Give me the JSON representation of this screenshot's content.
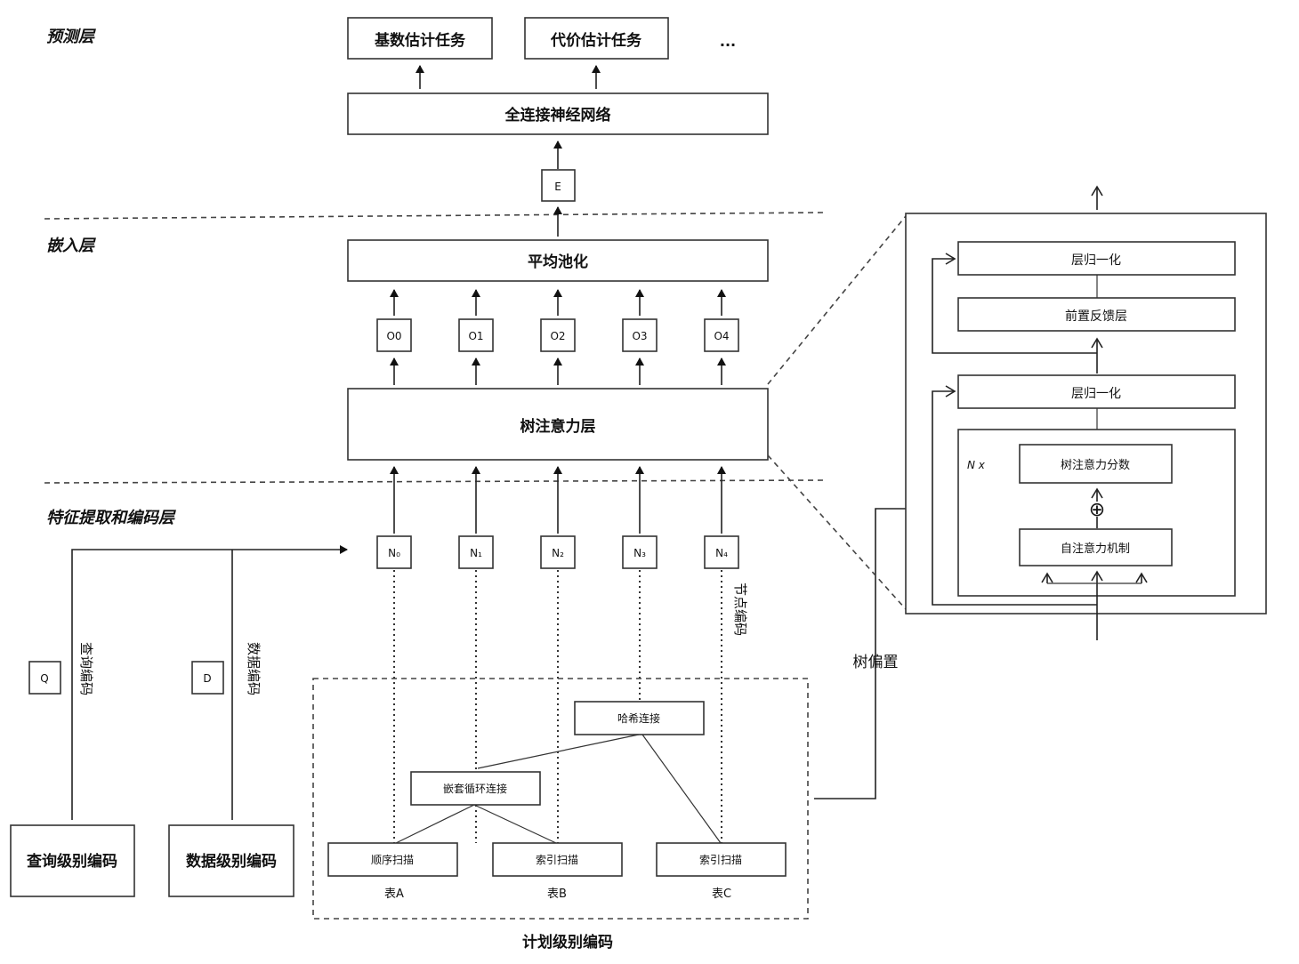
{
  "layers": {
    "prediction": "预测层",
    "embedding": "嵌入层",
    "feature": "特征提取和编码层"
  },
  "prediction": {
    "task1": "基数估计任务",
    "task2": "代价估计任务",
    "ellipsis": "...",
    "fc": "全连接神经网络",
    "e": "E"
  },
  "embedding": {
    "pooling": "平均池化",
    "outputs": [
      "O0",
      "O1",
      "O2",
      "O3",
      "O4"
    ]
  },
  "feature": {
    "tree_attention": "树注意力层",
    "nodes": [
      "N₀",
      "N₁",
      "N₂",
      "N₃",
      "N₄"
    ],
    "node_encoding": "节点编码",
    "q": "Q",
    "query_encoding": "查询编码",
    "query_level": "查询级别编码",
    "d": "D",
    "data_encoding": "数据编码",
    "data_level": "数据级别编码",
    "plan_level": "计划级别编码",
    "tree_bias": "树偏置"
  },
  "plan": {
    "hash_join": "哈希连接",
    "nested_loop": "嵌套循环连接",
    "seq_scan": "顺序扫描",
    "index_scan_b": "索引扫描",
    "index_scan_c": "索引扫描",
    "table_a": "表A",
    "table_b": "表B",
    "table_c": "表C"
  },
  "detail": {
    "layer_norm_top": "层归一化",
    "feed_forward": "前置反馈层",
    "layer_norm_mid": "层归一化",
    "nx": "N x",
    "tree_attention_score": "树注意力分数",
    "plus": "⊕",
    "self_attention": "自注意力机制"
  }
}
